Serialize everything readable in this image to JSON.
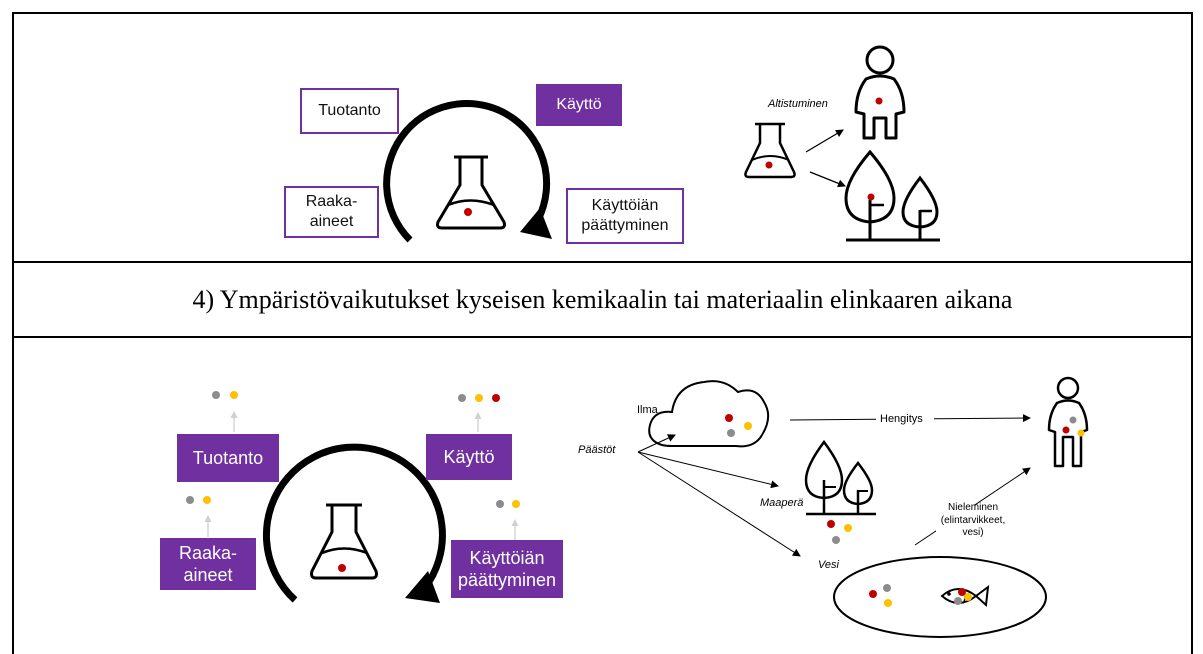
{
  "top_diagram": {
    "lifecycle": {
      "production": "Tuotanto",
      "use": "Käyttö",
      "raw_materials": "Raaka-\naineet",
      "end_of_life": "Käyttöiän\npäättyminen"
    },
    "exposure_label": "Altistuminen"
  },
  "caption": "4) Ympäristövaikutukset kyseisen kemikaalin tai materiaalin elinkaaren aikana",
  "bottom_diagram": {
    "lifecycle": {
      "production": "Tuotanto",
      "use": "Käyttö",
      "raw_materials": "Raaka-\naineet",
      "end_of_life": "Käyttöiän\npäättyminen"
    },
    "flows": {
      "emissions": "Päästöt",
      "air": "Ilma",
      "breathing": "Hengitys",
      "soil": "Maaperä",
      "water": "Vesi",
      "ingestion": "Nieleminen\n(elintarvikkeet, vesi)"
    }
  },
  "colors": {
    "purple": "#7030a0",
    "red_dot": "#c00000",
    "grey_dot": "#8c8c8c",
    "yellow_dot": "#ffc000"
  }
}
